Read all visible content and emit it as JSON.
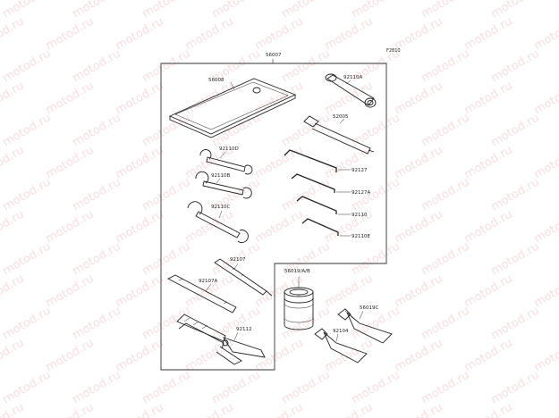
{
  "diagram": {
    "figure_code": "F2810",
    "watermark": "motod.ru",
    "part_numbers": {
      "kit": "56007",
      "tool_bag": "56008",
      "box_wrench": "92110A",
      "handle": "52005",
      "wrench_a": "92110D",
      "wrench_b": "92110B",
      "wrench_c": "92110C",
      "hex_key_a": "92127",
      "hex_key_b": "92127A",
      "hex_key_c": "92110",
      "hex_key_d": "92110E",
      "screwdriver": "92107",
      "screwdriver_bit": "92107A",
      "pliers": "92112",
      "grease_can": "56019/A/B",
      "grease_tube_a": "56019C",
      "grease_tube_b": "92104"
    }
  }
}
